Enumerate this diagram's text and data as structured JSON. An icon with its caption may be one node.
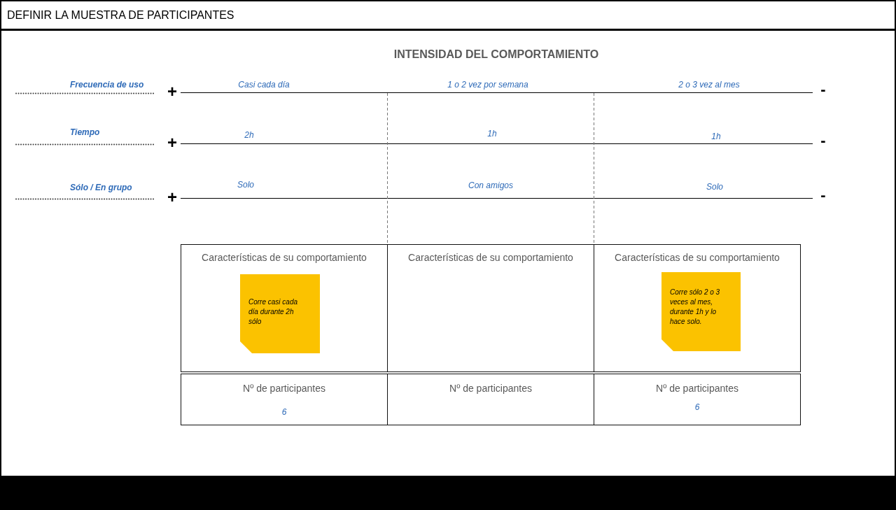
{
  "diagram": {
    "title": "DEFINIR LA MUESTRA DE PARTICIPANTES",
    "nodes": [
      {
        "text": [
          "Características de su comportamiento"
        ]
      },
      {
        "text": [
          "Corre casi cada día durante 2h sólo"
        ],
        "in": 0
      },
      {
        "text": [
          "Características de su comportamiento"
        ]
      },
      {
        "text": [
          "Características de su comportamiento"
        ]
      },
      {
        "text": [
          "Corre sólo 2 o 3 veces al mes, durante 1h y lo hace solo."
        ],
        "in": 3
      },
      {
        "text": [
          "Nº de participantes",
          "6"
        ]
      },
      {
        "text": [
          "Nº de participantes"
        ]
      },
      {
        "text": [
          "Nº de participantes",
          "6"
        ]
      }
    ],
    "labels": [
      "INTENSIDAD DEL COMPORTAMIENTO",
      "Frecuencia de uso",
      "+",
      "Casi cada día",
      "1 o 2 vez por semana",
      "2 o 3 vez al mes",
      "-",
      "Tiempo",
      "+",
      "2h",
      "1h",
      "1h",
      "-",
      "Sólo / En grupo",
      "+",
      "Solo",
      "Con amigos",
      "Solo",
      "-"
    ]
  }
}
